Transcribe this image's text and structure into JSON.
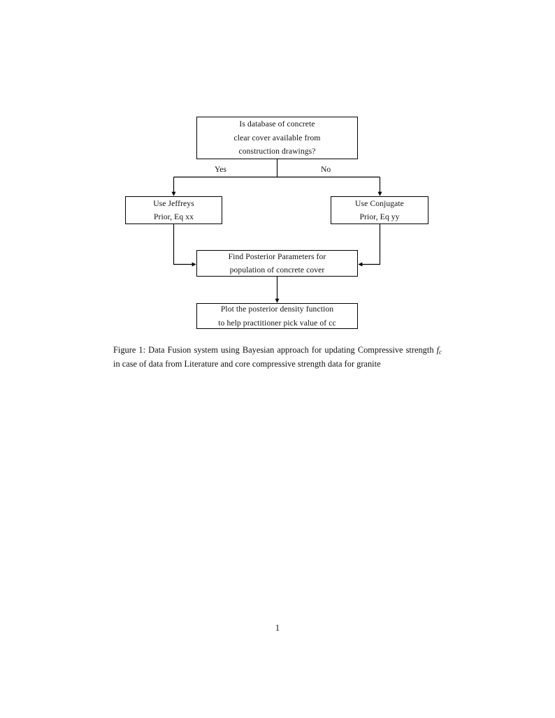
{
  "document": {
    "page_number": "1",
    "background_color": "#ffffff",
    "text_color": "#111111",
    "stroke_color": "#000000"
  },
  "figure": {
    "nodes": [
      {
        "id": "question",
        "name": "decision-node-database-available",
        "lines": [
          "Is database of concrete",
          "clear cover available from",
          "construction drawings?"
        ]
      },
      {
        "id": "jeffreys",
        "name": "process-node-jeffreys-prior",
        "lines": [
          "Use Jeffreys",
          "Prior, Eq xx"
        ]
      },
      {
        "id": "conjugate",
        "name": "process-node-conjugate-prior",
        "lines": [
          "Use Conjugate",
          "Prior, Eq yy"
        ]
      },
      {
        "id": "posterior",
        "name": "process-node-find-posterior-parameters",
        "lines": [
          "Find Posterior Parameters for",
          "population of concrete cover"
        ]
      },
      {
        "id": "plot",
        "name": "process-node-plot-posterior-density",
        "lines": [
          "Plot the posterior density function",
          "to help practitioner pick value of cc"
        ]
      }
    ],
    "branch_labels": {
      "yes": "Yes",
      "no": "No"
    }
  },
  "caption": {
    "label": "Figure 1:",
    "text_before_symbol": " Data Fusion system using Bayesian approach for updating Compressive strength ",
    "symbol_base": "f",
    "symbol_sub": "c",
    "text_after_symbol": " in case of data from Literature and core compressive strength data for granite"
  }
}
